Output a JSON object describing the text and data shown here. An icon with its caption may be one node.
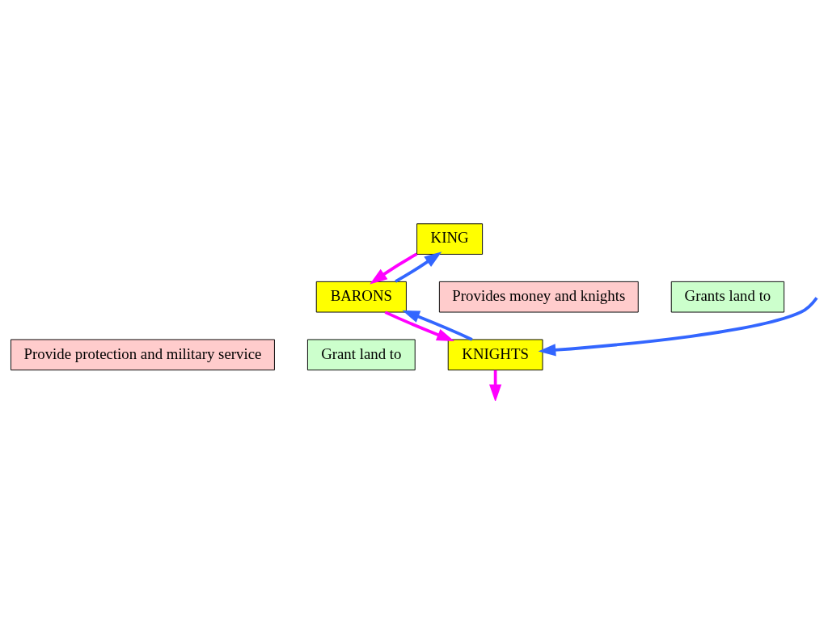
{
  "diagram": {
    "nodes": [
      {
        "text": [
          "KING"
        ]
      },
      {
        "text": [
          "BARONS"
        ]
      },
      {
        "text": [
          "KNIGHTS"
        ]
      },
      {
        "text": [
          "Provides money and knights"
        ]
      },
      {
        "text": [
          "Grants land to"
        ]
      },
      {
        "text": [
          "Provide protection and military service"
        ]
      },
      {
        "text": [
          "Grant land to"
        ]
      }
    ],
    "edges": [
      {
        "from": 0,
        "to": 1,
        "arrow": "to",
        "color": "#ff00ff"
      },
      {
        "from": 1,
        "to": 0,
        "arrow": "to",
        "color": "#3366ff"
      },
      {
        "from": 1,
        "to": 2,
        "arrow": "to",
        "color": "#ff00ff"
      },
      {
        "from": 2,
        "to": 1,
        "arrow": "to",
        "color": "#3366ff"
      },
      {
        "from": null,
        "to": 2,
        "arrow": "to",
        "color": "#3366ff"
      },
      {
        "from": 2,
        "to": null,
        "arrow": "to",
        "color": "#ff00ff"
      }
    ]
  }
}
